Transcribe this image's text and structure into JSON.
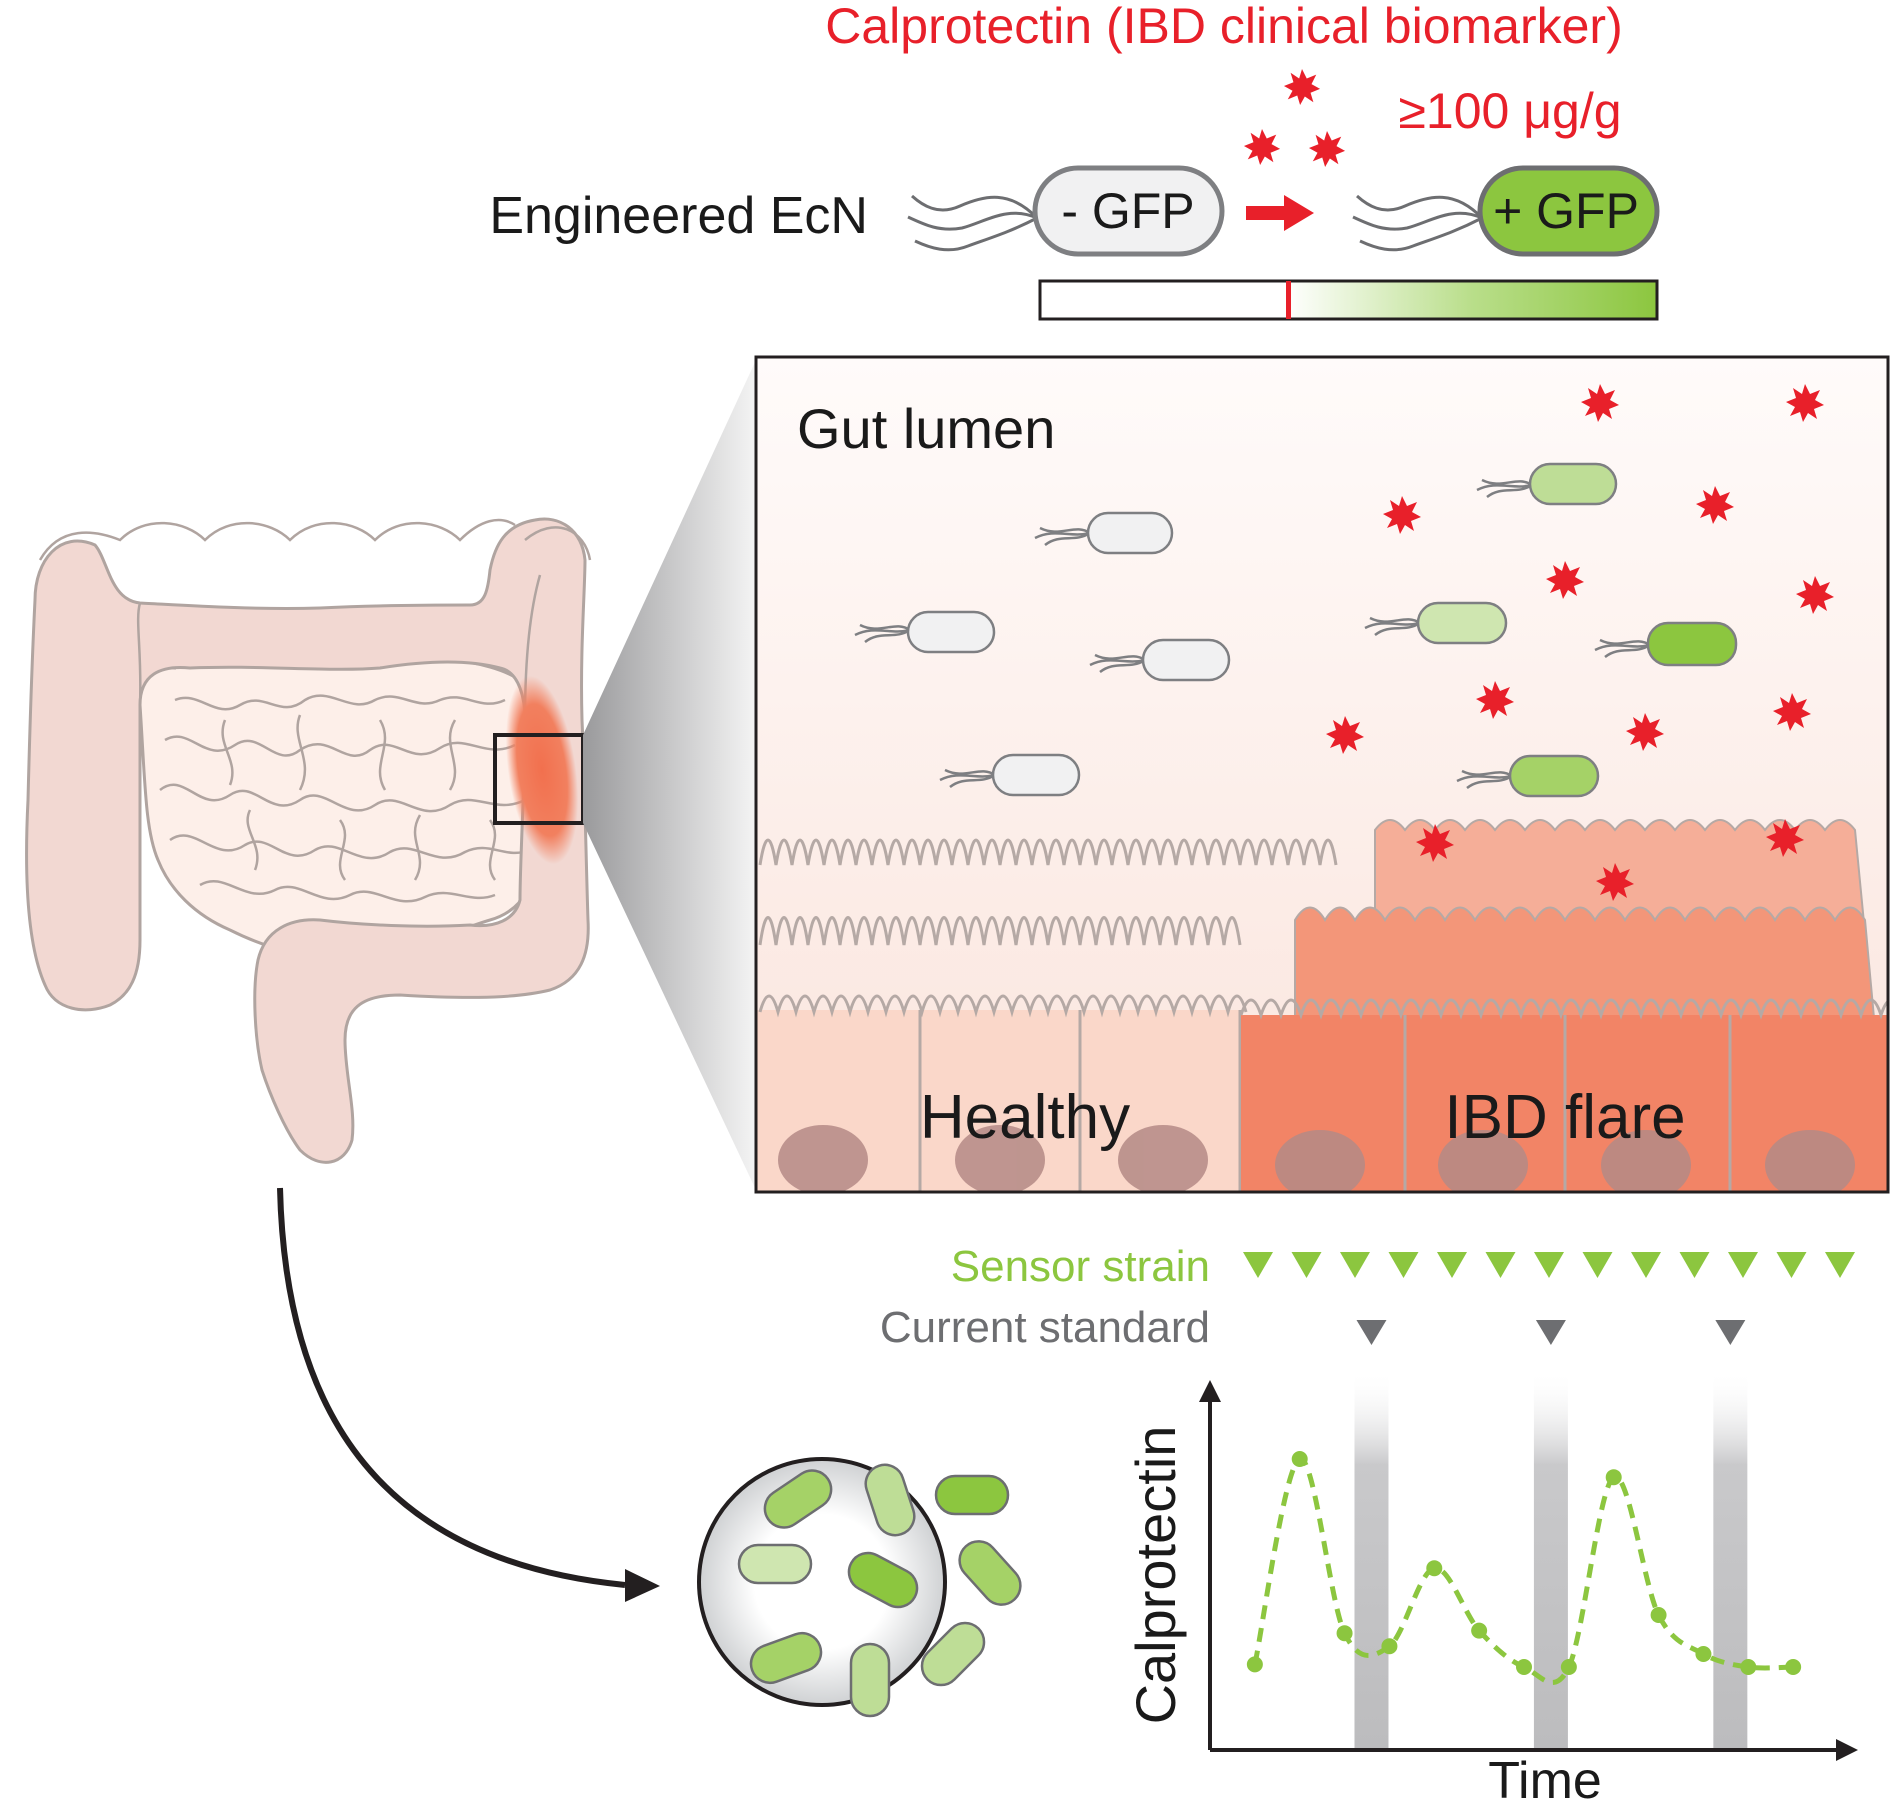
{
  "header": {
    "title": "Calprotectin (IBD clinical biomarker)",
    "threshold": "≥100 μg/g",
    "strain_label": "Engineered EcN",
    "gfp_off": "- GFP",
    "gfp_on": "+ GFP"
  },
  "lumen": {
    "title": "Gut lumen",
    "healthy": "Healthy",
    "flare": "IBD flare"
  },
  "sampling": {
    "sensor": "Sensor strain",
    "standard": "Current standard",
    "sensor_count": 13,
    "standard_count": 3
  },
  "chart_data": {
    "type": "line",
    "xlabel": "Time",
    "ylabel": "Calprotectin",
    "series_color": "#8cc63f",
    "points": [
      {
        "x": 0.5,
        "y": 0.06
      },
      {
        "x": 1.0,
        "y": 0.85
      },
      {
        "x": 1.5,
        "y": 0.18
      },
      {
        "x": 2.0,
        "y": 0.13
      },
      {
        "x": 2.5,
        "y": 0.43
      },
      {
        "x": 3.0,
        "y": 0.19
      },
      {
        "x": 3.5,
        "y": 0.05
      },
      {
        "x": 4.0,
        "y": 0.05
      },
      {
        "x": 4.5,
        "y": 0.78
      },
      {
        "x": 5.0,
        "y": 0.25
      },
      {
        "x": 5.5,
        "y": 0.1
      },
      {
        "x": 6.0,
        "y": 0.05
      },
      {
        "x": 6.5,
        "y": 0.05
      }
    ],
    "standard_sample_times": [
      1.8,
      3.8,
      5.8
    ]
  },
  "colors": {
    "red": "#e8202a",
    "green": "#8cc63f",
    "gray": "#6d6e71",
    "gut": "#f2d8d2",
    "flare": "#f28466"
  }
}
